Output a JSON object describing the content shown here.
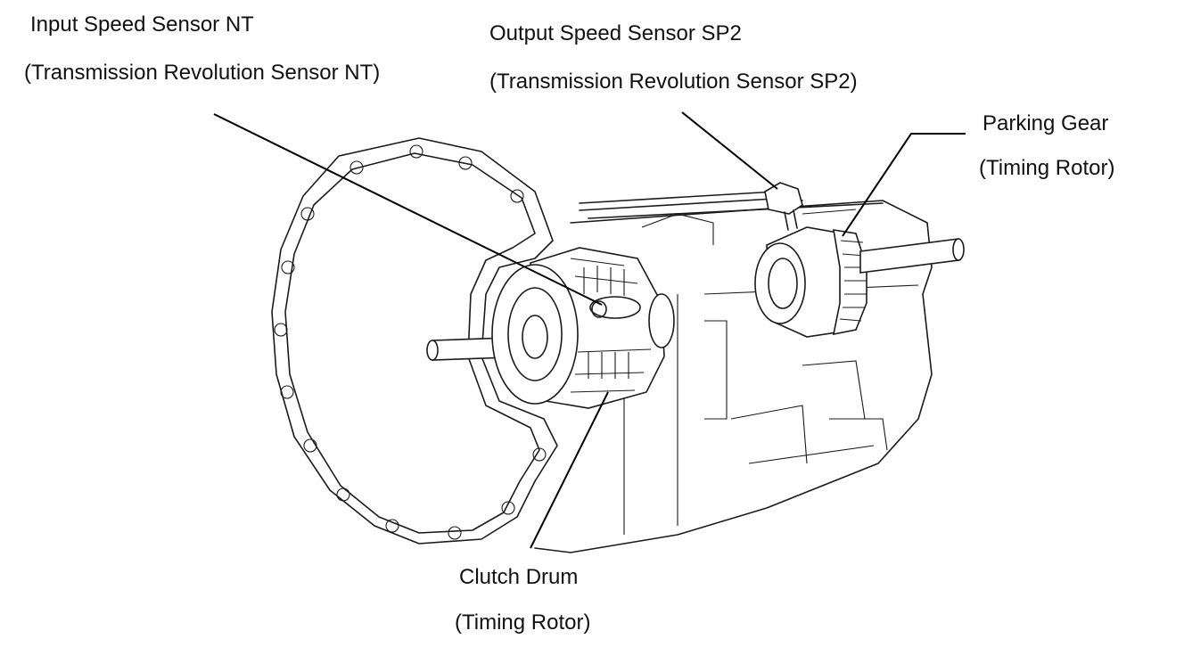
{
  "labels": {
    "input_sensor": {
      "name": "Input Speed Sensor NT",
      "alt": "(Transmission Revolution Sensor NT)"
    },
    "output_sensor": {
      "name": "Output Speed Sensor SP2",
      "alt": "(Transmission Revolution Sensor SP2)"
    },
    "parking_gear": {
      "name": "Parking Gear",
      "alt": "(Timing Rotor)"
    },
    "clutch_drum": {
      "name": "Clutch Drum",
      "alt": "(Timing Rotor)"
    }
  },
  "colors": {
    "line": "#1a1a1a",
    "background": "#ffffff",
    "text": "#111111"
  }
}
